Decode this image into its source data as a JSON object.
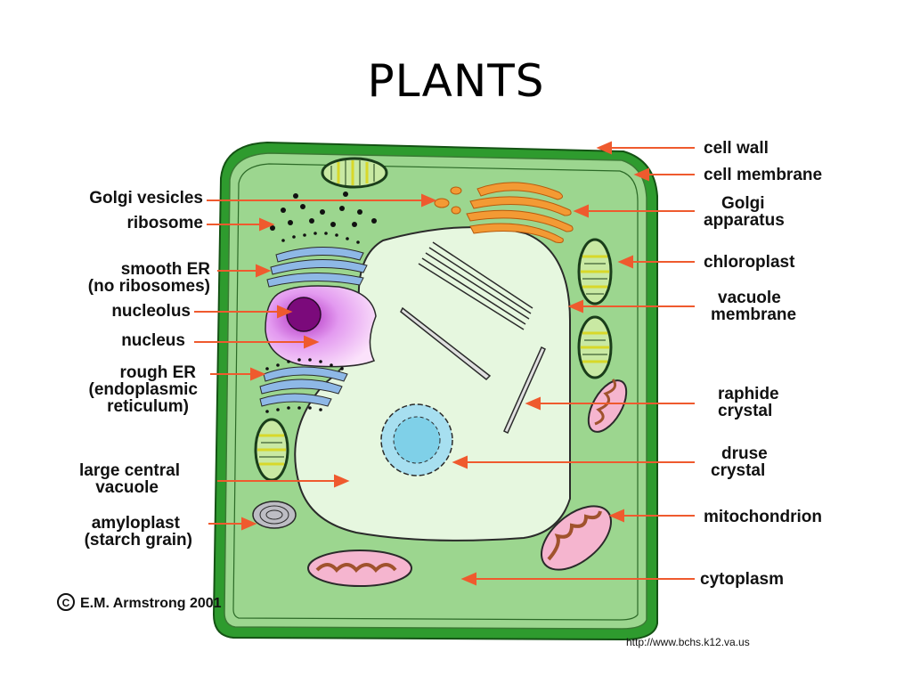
{
  "title": "PLANTS",
  "diagram": {
    "colors": {
      "cell_wall": "#2e9b2e",
      "cytoplasm": "#9cd68f",
      "vacuole": "#e6f7df",
      "nucleus": "#e9a7ef",
      "nucleolus": "#7b0a7b",
      "golgi": "#f39a34",
      "er": "#8eb8e6",
      "arrow": "#ef5a2e"
    },
    "labels_left": [
      {
        "lines": [
          "Golgi vesicles"
        ]
      },
      {
        "lines": [
          "ribosome"
        ]
      },
      {
        "lines": [
          "smooth ER",
          "(no ribosomes)"
        ]
      },
      {
        "lines": [
          "nucleolus"
        ]
      },
      {
        "lines": [
          "nucleus"
        ]
      },
      {
        "lines": [
          "rough ER",
          "(endoplasmic",
          "reticulum)"
        ]
      },
      {
        "lines": [
          "large central",
          "vacuole"
        ]
      },
      {
        "lines": [
          "amyloplast",
          "(starch grain)"
        ]
      }
    ],
    "labels_right": [
      {
        "lines": [
          "cell wall"
        ]
      },
      {
        "lines": [
          "cell membrane"
        ]
      },
      {
        "lines": [
          "Golgi",
          "apparatus"
        ]
      },
      {
        "lines": [
          "chloroplast"
        ]
      },
      {
        "lines": [
          "vacuole",
          "membrane"
        ]
      },
      {
        "lines": [
          "raphide",
          "crystal"
        ]
      },
      {
        "lines": [
          "druse",
          "crystal"
        ]
      },
      {
        "lines": [
          "mitochondrion"
        ]
      },
      {
        "lines": [
          "cytoplasm"
        ]
      }
    ],
    "copyright": "E.M. Armstrong 2001",
    "copyright_symbol": "C"
  },
  "source_url": "http://www.bchs.k12.va.us"
}
